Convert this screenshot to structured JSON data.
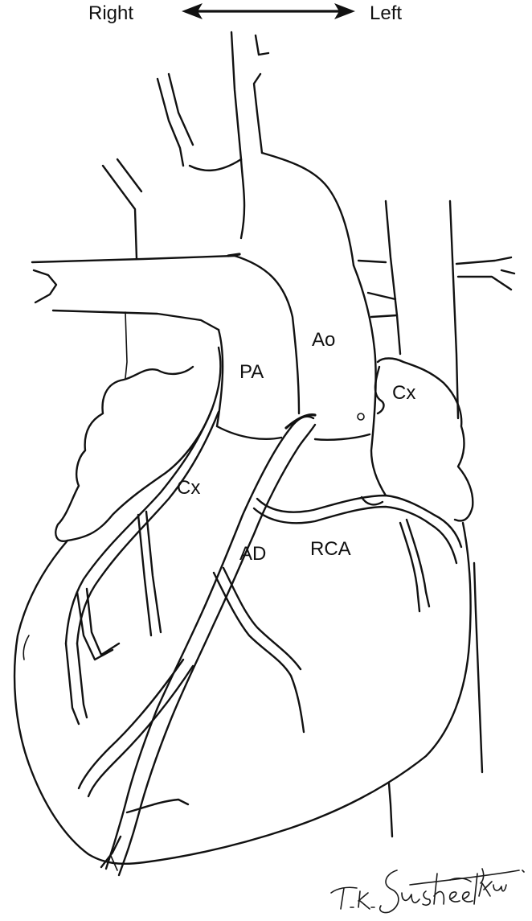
{
  "orientation": {
    "right_label": "Right",
    "left_label": "Left"
  },
  "labels": {
    "aorta": "Ao",
    "pulmonary_artery": "PA",
    "circumflex_upper": "Cx",
    "circumflex_lower": "Cx",
    "anterior_descending": "AD",
    "right_coronary_artery": "RCA"
  },
  "signature": "T.K. Susheel Kumar.",
  "colors": {
    "ink": "#111111",
    "background": "#ffffff"
  }
}
